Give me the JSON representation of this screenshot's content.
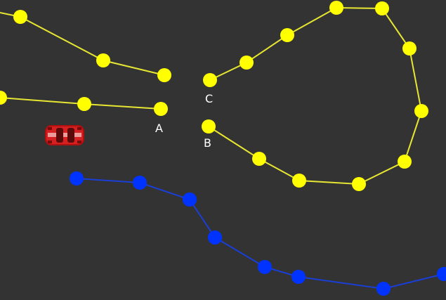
{
  "colors": {
    "background": "#333333",
    "track_yellow": "#ffff00",
    "track_yellow_line": "#e6e633",
    "track_blue": "#0033ff",
    "track_blue_line": "#1a3fd6",
    "label": "#ffffff",
    "car": "#cc1a1a"
  },
  "labels": {
    "a": "A",
    "b": "B",
    "c": "C"
  },
  "player_car": {
    "icon": "red-race-car-icon"
  }
}
